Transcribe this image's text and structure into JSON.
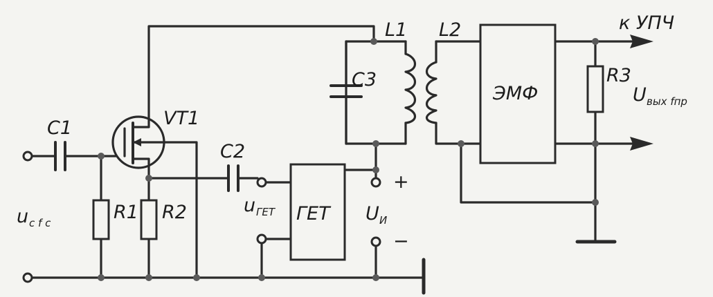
{
  "labels": {
    "c1": "C1",
    "c2": "C2",
    "c3": "C3",
    "l1": "L1",
    "l2": "L2",
    "r1": "R1",
    "r2": "R2",
    "r3": "R3",
    "vt1": "VT1",
    "get_block": "ГЕТ",
    "emf_block": "ЭМФ",
    "to_ifa": "к УПЧ",
    "u_in_main": "u",
    "u_in_sub": "c f c",
    "u_get_main": "u",
    "u_get_sub": "ГЕТ",
    "u_supply_main": "U",
    "u_supply_sub": "И",
    "plus": "+",
    "minus": "−",
    "u_out_main": "U",
    "u_out_sub": "вых fпр"
  }
}
